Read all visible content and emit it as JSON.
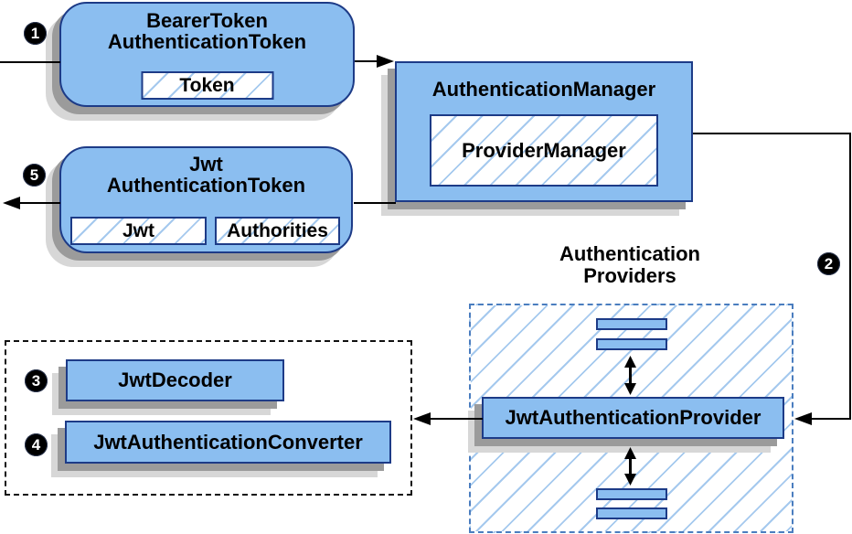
{
  "colors": {
    "node_fill": "#8bbef0",
    "node_border": "#1d3b87",
    "hatch_line": "#a5c9ee",
    "providers_dash": "#4a7dbf",
    "decoder_dash": "#111111",
    "shadow_dark": "#9b9b9b",
    "shadow_light": "#d7d7d7",
    "arrow": "#000000",
    "badge_bg": "#000000",
    "badge_text": "#ffffff",
    "canvas_bg": "#ffffff"
  },
  "diagram": {
    "bearer_token_node": {
      "line1": "BearerToken",
      "line2": "AuthenticationToken",
      "field": "Token"
    },
    "authentication_manager_node": {
      "title": "AuthenticationManager",
      "inner": "ProviderManager"
    },
    "jwt_token_node": {
      "line1": "Jwt",
      "line2": "AuthenticationToken",
      "field_jwt": "Jwt",
      "field_authorities": "Authorities"
    },
    "providers_group": {
      "label_line1": "Authentication",
      "label_line2": "Providers",
      "provider_label": "JwtAuthenticationProvider"
    },
    "decoder_group": {
      "decoder_label": "JwtDecoder",
      "converter_label": "JwtAuthenticationConverter"
    },
    "badges": {
      "step1": "1",
      "step2": "2",
      "step3": "3",
      "step4": "4",
      "step5": "5"
    }
  }
}
